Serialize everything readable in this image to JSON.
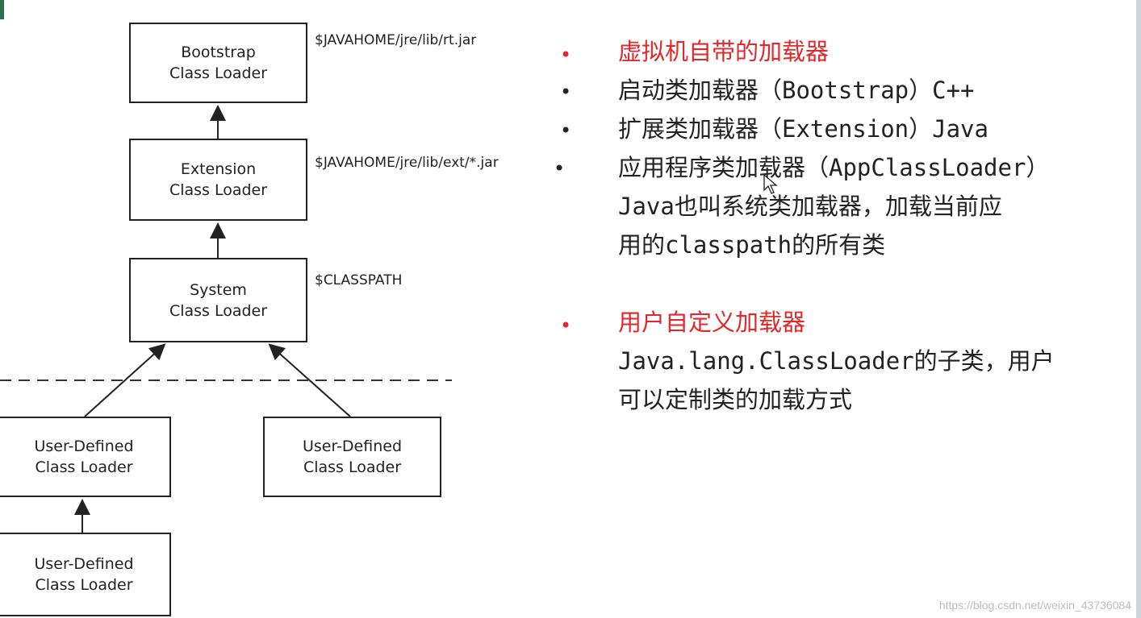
{
  "diagram": {
    "boxes": {
      "bootstrap": [
        "Bootstrap",
        "Class Loader"
      ],
      "extension": [
        "Extension",
        "Class Loader"
      ],
      "system": [
        "System",
        "Class Loader"
      ],
      "user1": [
        "User-Defined",
        "Class Loader"
      ],
      "user2": [
        "User-Defined",
        "Class Loader"
      ],
      "user3": [
        "User-Defined",
        "Class Loader"
      ]
    },
    "paths": {
      "bootstrap": "$JAVAHOME/jre/lib/rt.jar",
      "extension": "$JAVAHOME/jre/lib/ext/*.jar",
      "system": "$CLASSPATH"
    }
  },
  "notes": {
    "heading1": "虚拟机自带的加载器",
    "item1": "启动类加载器（Bootstrap）C++",
    "item2": "扩展类加载器（Extension）Java",
    "item3_line1": "应用程序类加载器（AppClassLoader）",
    "item3_line2": "Java也叫系统类加载器，加载当前应",
    "item3_line3": "用的classpath的所有类",
    "heading2": "用户自定义加载器",
    "desc_line1": "Java.lang.ClassLoader的子类，用户",
    "desc_line2": "可以定制类的加载方式"
  },
  "watermark": "https://blog.csdn.net/weixin_43736084",
  "colors": {
    "accent_red": "#e3272a",
    "text": "#222222"
  }
}
